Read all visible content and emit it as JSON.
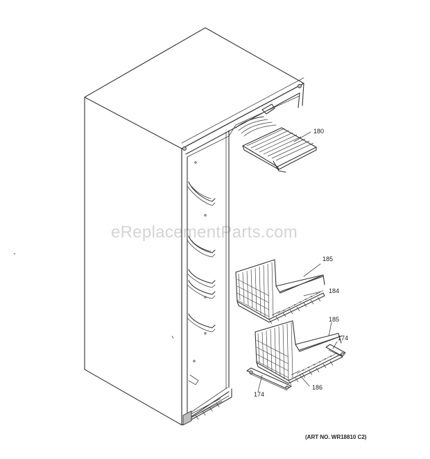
{
  "watermark": "eReplacementParts.com",
  "art_number": "(ART NO. WR18810 C2)",
  "callouts": {
    "shelf_top": "180",
    "bin_upper": "185",
    "basket_upper": "184",
    "bin_lower": "185",
    "slide_right": "174",
    "slide_left": "174",
    "basket_lower": "186"
  }
}
